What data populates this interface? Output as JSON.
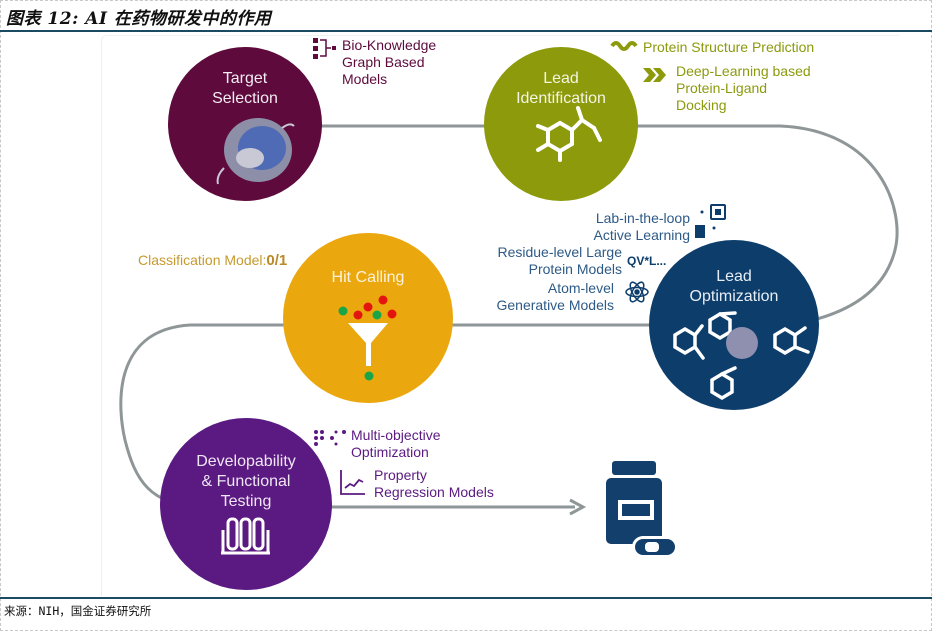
{
  "figure": {
    "title": "图表 12: AI 在药物研发中的作用",
    "source": "来源：NIH，国金证券研究所"
  },
  "colors": {
    "target_selection": "#5e0a3c",
    "lead_identification": "#8c9a0c",
    "lead_optimization": "#0d3d6b",
    "hit_calling": "#eba80e",
    "developability": "#5b1a82",
    "path": "#8e9698",
    "drug_icon": "#123f6b",
    "hit_red": "#e3150f",
    "hit_green": "#1aa548"
  },
  "stages": [
    {
      "id": "target_selection",
      "label_line1": "Target",
      "label_line2": "Selection",
      "icon": "protein-structure-icon"
    },
    {
      "id": "lead_identification",
      "label_line1": "Lead",
      "label_line2": "Identification",
      "icon": "molecule-icon"
    },
    {
      "id": "lead_optimization",
      "label_line1": "Lead",
      "label_line2": "Optimization",
      "icon": "molecules-cluster-icon"
    },
    {
      "id": "hit_calling",
      "label_line1": "Hit Calling",
      "label_line2": "",
      "icon": "funnel-icon"
    },
    {
      "id": "developability",
      "label_line1": "Developability",
      "label_line2": "& Functional",
      "label_line3": "Testing",
      "icon": "test-tubes-icon"
    }
  ],
  "annotations": {
    "target_selection": {
      "line1": "Bio-Knowledge",
      "line2": "Graph Based",
      "line3": "Models",
      "icon": "knowledge-graph-icon"
    },
    "lead_identification": [
      {
        "text": "Protein Structure Prediction",
        "icon": "helix-icon"
      },
      {
        "line1": "Deep-Learning based",
        "line2": "Protein-Ligand",
        "line3": "Docking",
        "icon": "double-chevron-icon"
      }
    ],
    "lead_optimization": [
      {
        "line1": "Lab-in-the-loop",
        "line2": "Active Learning",
        "icon": "lab-chip-icon"
      },
      {
        "line1": "Residue-level Large",
        "line2": "Protein Models",
        "badge": "QV*L...",
        "icon": "sequence-icon"
      },
      {
        "line1": "Atom-level",
        "line2": "Generative Models",
        "icon": "atom-icon"
      }
    ],
    "hit_calling": {
      "text": "Classification Model:",
      "value": "0/1"
    },
    "developability": [
      {
        "line1": "Multi-objective",
        "line2": "Optimization",
        "icon": "dots-grid-icon"
      },
      {
        "line1": "Property",
        "line2": "Regression Models",
        "icon": "line-chart-icon"
      }
    ]
  },
  "output": {
    "icon": "medicine-bottle-icon"
  }
}
